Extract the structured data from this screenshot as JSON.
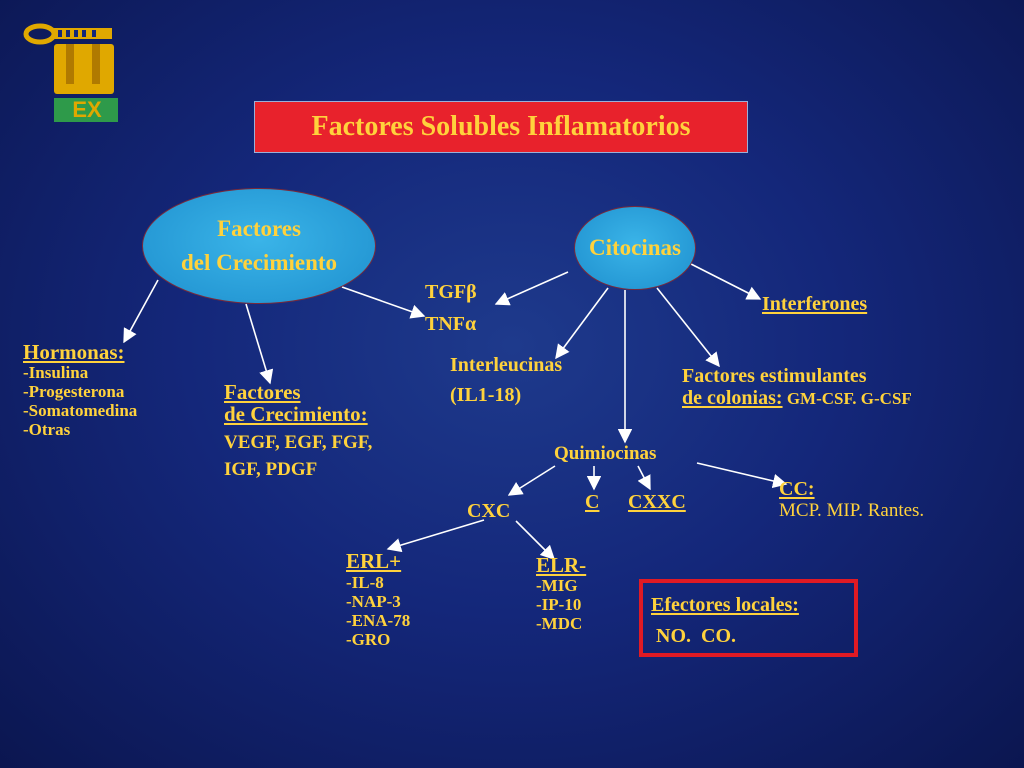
{
  "title": "Factores Solubles Inflamatorios",
  "logo": {
    "icon": "university-logo-icon",
    "text": "EX",
    "colors": [
      "#e0a800",
      "#2e9a4a"
    ]
  },
  "nodes": {
    "growth_factors": "Factores\ndel Crecimiento",
    "cytokines": "Citocinas"
  },
  "hormonas": {
    "label": "Hormonas:",
    "items": [
      "-Insulina",
      "-Progesterona",
      "-Somatomedina",
      "-Otras"
    ]
  },
  "factores_crecimiento": {
    "label_1": "Factores",
    "label_2": "de Crecimiento:",
    "list_1": "VEGF, EGF, FGF,",
    "list_2": "IGF, PDGF"
  },
  "tgf": "TGFβ",
  "tnf": "TNFα",
  "interferones": "Interferones",
  "interleucinas": {
    "label": "Interleucinas",
    "range": "(IL1-18)"
  },
  "factores_estimulantes": {
    "label_1": "Factores estimulantes",
    "label_2": "de colonias:",
    "items": " GM-CSF. G-CSF"
  },
  "quimiocinas": {
    "label": "Quimiocinas",
    "cxc": "CXC",
    "c": "C",
    "cxxc": "CXXC",
    "cc": {
      "label": "CC:",
      "items": "MCP. MIP. Rantes."
    },
    "erl": {
      "label": "ERL+",
      "items": [
        "-IL-8",
        "-NAP-3",
        "-ENA-78",
        "-GRO"
      ]
    },
    "elr": {
      "label": "ELR-",
      "items": [
        "-MIG",
        "-IP-10",
        "-MDC"
      ]
    }
  },
  "efectores": {
    "label": "Efectores locales:",
    "items": "NO.  CO."
  },
  "colors": {
    "text_yellow": "#ffd23c",
    "title_bg": "#e8222c",
    "ellipse_fill": "#1e8fce",
    "effector_border": "#e01a24"
  }
}
